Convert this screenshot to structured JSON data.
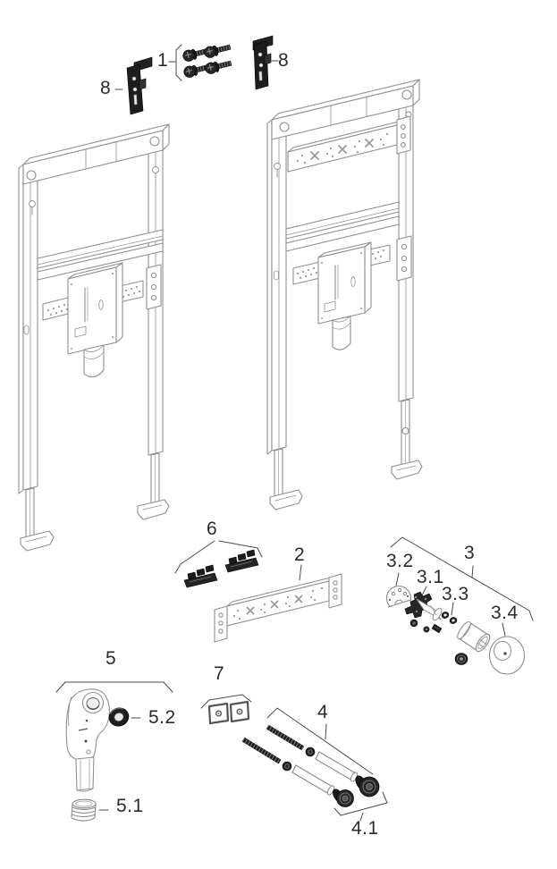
{
  "figure": {
    "type": "exploded-parts-diagram",
    "background": "#ffffff",
    "line_color": "#8f8f8f",
    "part_color": "#1f1f1f",
    "label_color": "#2b2b2b"
  },
  "labels": {
    "screws": "1",
    "mounting_rail": "2",
    "supply_assembly": "3",
    "valve": "3.1",
    "clamp_plate": "3.2",
    "seal_kit": "3.3",
    "cover_plate": "3.4",
    "rod_set": "4",
    "cap_nuts": "4.1",
    "trap": "5",
    "threaded_collar": "5.1",
    "seal_ring": "5.2",
    "clips": "6",
    "spacer_plates": "7",
    "anchor_left": "8",
    "anchor_right": "8"
  }
}
